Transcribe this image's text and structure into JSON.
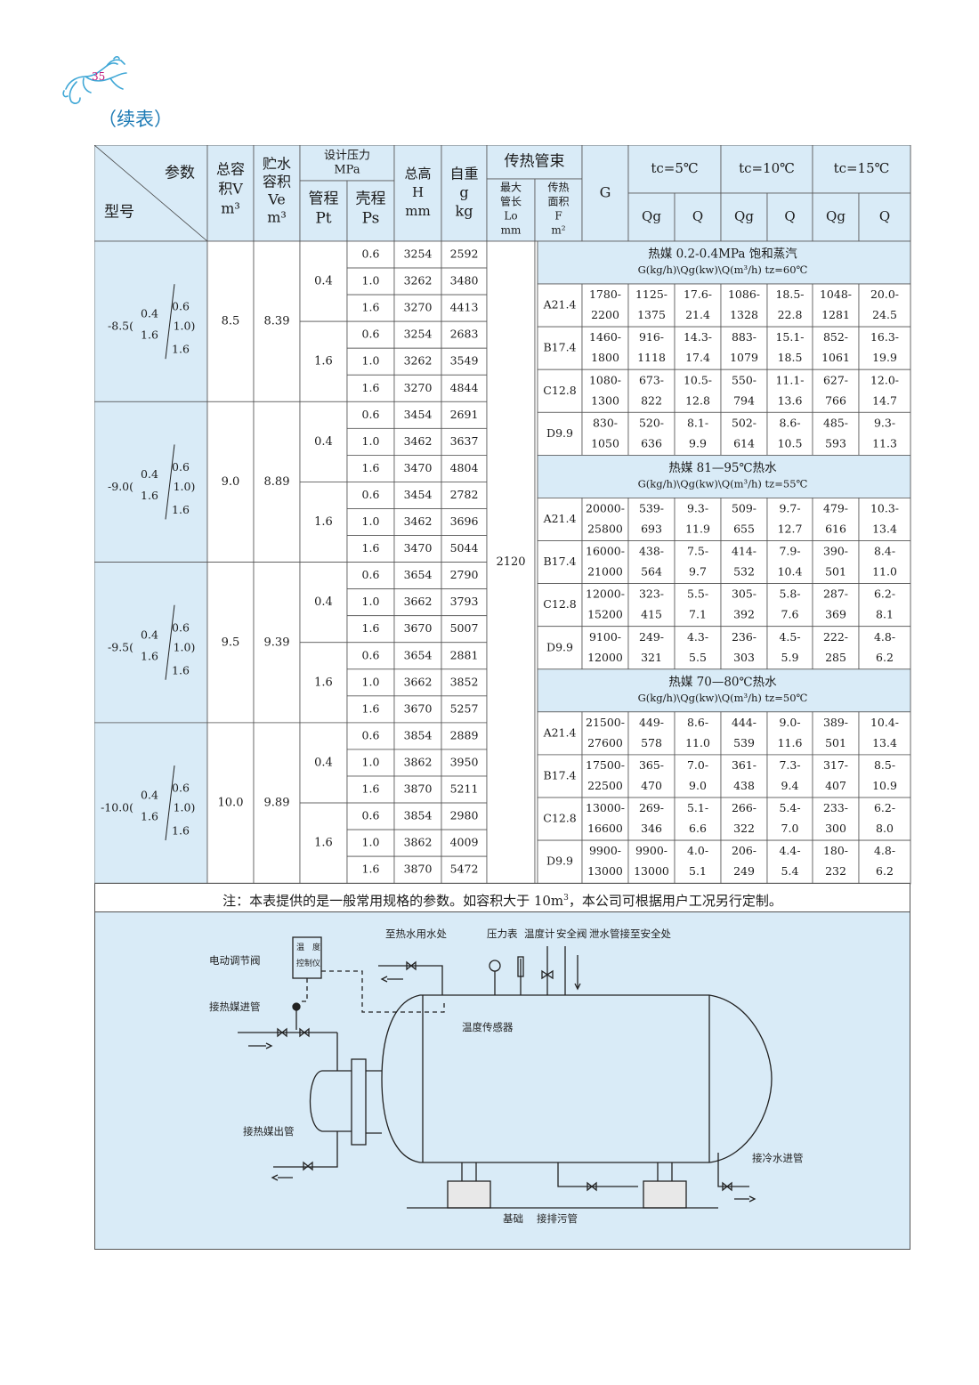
{
  "header": {
    "page_number": "35",
    "continued": "（续表）"
  },
  "table": {
    "head": {
      "param": "参数",
      "model": "型号",
      "total_vol": [
        "总容",
        "积V",
        "m³"
      ],
      "water_vol": [
        "贮水",
        "容积",
        "Ve",
        "m³"
      ],
      "design_pressure": [
        "设计压力",
        "MPa"
      ],
      "tube_side": [
        "管程",
        "Pt"
      ],
      "shell_side": [
        "壳程",
        "Ps"
      ],
      "height": [
        "总高",
        "H",
        "mm"
      ],
      "weight": [
        "自重",
        "g",
        "kg"
      ],
      "bundle": "传热管束",
      "max_len": [
        "最大",
        "管长",
        "Lo",
        "mm"
      ],
      "area": [
        "传热",
        "面积",
        "F",
        "m²"
      ],
      "g": "G",
      "tc": [
        "tc=5℃",
        "tc=10℃",
        "tc=15℃"
      ],
      "qg": "Qg",
      "q": "Q"
    },
    "models": [
      {
        "model": [
          "-8.5(",
          "0.4",
          "1.6",
          "0.6",
          "1.0)",
          "1.6"
        ],
        "v": "8.5",
        "ve": "8.39",
        "groups": [
          {
            "pt": "0.4",
            "rows": [
              [
                "0.6",
                "3254",
                "2592"
              ],
              [
                "1.0",
                "3262",
                "3480"
              ],
              [
                "1.6",
                "3270",
                "4413"
              ]
            ]
          },
          {
            "pt": "1.6",
            "rows": [
              [
                "0.6",
                "3254",
                "2683"
              ],
              [
                "1.0",
                "3262",
                "3549"
              ],
              [
                "1.6",
                "3270",
                "4844"
              ]
            ]
          }
        ]
      },
      {
        "model": [
          "-9.0(",
          "0.4",
          "1.6",
          "0.6",
          "1.0)",
          "1.6"
        ],
        "v": "9.0",
        "ve": "8.89",
        "groups": [
          {
            "pt": "0.4",
            "rows": [
              [
                "0.6",
                "3454",
                "2691"
              ],
              [
                "1.0",
                "3462",
                "3637"
              ],
              [
                "1.6",
                "3470",
                "4804"
              ]
            ]
          },
          {
            "pt": "1.6",
            "rows": [
              [
                "0.6",
                "3454",
                "2782"
              ],
              [
                "1.0",
                "3462",
                "3696"
              ],
              [
                "1.6",
                "3470",
                "5044"
              ]
            ]
          }
        ]
      },
      {
        "model": [
          "-9.5(",
          "0.4",
          "1.6",
          "0.6",
          "1.0)",
          "1.6"
        ],
        "v": "9.5",
        "ve": "9.39",
        "groups": [
          {
            "pt": "0.4",
            "rows": [
              [
                "0.6",
                "3654",
                "2790"
              ],
              [
                "1.0",
                "3662",
                "3793"
              ],
              [
                "1.6",
                "3670",
                "5007"
              ]
            ]
          },
          {
            "pt": "1.6",
            "rows": [
              [
                "0.6",
                "3654",
                "2881"
              ],
              [
                "1.0",
                "3662",
                "3852"
              ],
              [
                "1.6",
                "3670",
                "5257"
              ]
            ]
          }
        ]
      },
      {
        "model": [
          "-10.0(",
          "0.4",
          "1.6",
          "0.6",
          "1.0)",
          "1.6"
        ],
        "v": "10.0",
        "ve": "9.89",
        "groups": [
          {
            "pt": "0.4",
            "rows": [
              [
                "0.6",
                "3854",
                "2889"
              ],
              [
                "1.0",
                "3862",
                "3950"
              ],
              [
                "1.6",
                "3870",
                "5211"
              ]
            ]
          },
          {
            "pt": "1.6",
            "rows": [
              [
                "0.6",
                "3854",
                "2980"
              ],
              [
                "1.0",
                "3862",
                "4009"
              ],
              [
                "1.6",
                "3870",
                "5472"
              ]
            ]
          }
        ]
      }
    ],
    "lo": "2120",
    "media": [
      {
        "title": "热媒 0.2-0.4MPa 饱和蒸汽",
        "subtitle": "G(kg/h)\\Qg(kw)\\Q(m³/h)   tz=60℃",
        "rows": [
          {
            "f": "A21.4",
            "g": [
              "1780-",
              "2200"
            ],
            "v": [
              [
                "1125-",
                "1375"
              ],
              [
                "17.6-",
                "21.4"
              ],
              [
                "1086-",
                "1328"
              ],
              [
                "18.5-",
                "22.8"
              ],
              [
                "1048-",
                "1281"
              ],
              [
                "20.0-",
                "24.5"
              ]
            ]
          },
          {
            "f": "B17.4",
            "g": [
              "1460-",
              "1800"
            ],
            "v": [
              [
                "916-",
                "1118"
              ],
              [
                "14.3-",
                "17.4"
              ],
              [
                "883-",
                "1079"
              ],
              [
                "15.1-",
                "18.5"
              ],
              [
                "852-",
                "1061"
              ],
              [
                "16.3-",
                "19.9"
              ]
            ]
          },
          {
            "f": "C12.8",
            "g": [
              "1080-",
              "1300"
            ],
            "v": [
              [
                "673-",
                "822"
              ],
              [
                "10.5-",
                "12.8"
              ],
              [
                "550-",
                "794"
              ],
              [
                "11.1-",
                "13.6"
              ],
              [
                "627-",
                "766"
              ],
              [
                "12.0-",
                "14.7"
              ]
            ]
          },
          {
            "f": "D9.9",
            "g": [
              "830-",
              "1050"
            ],
            "v": [
              [
                "520-",
                "636"
              ],
              [
                "8.1-",
                "9.9"
              ],
              [
                "502-",
                "614"
              ],
              [
                "8.6-",
                "10.5"
              ],
              [
                "485-",
                "593"
              ],
              [
                "9.3-",
                "11.3"
              ]
            ]
          }
        ]
      },
      {
        "title": "热媒 81—95℃热水",
        "subtitle": "G(kg/h)\\Qg(kw)\\Q(m³/h)   tz=55℃",
        "rows": [
          {
            "f": "A21.4",
            "g": [
              "20000-",
              "25800"
            ],
            "v": [
              [
                "539-",
                "693"
              ],
              [
                "9.3-",
                "11.9"
              ],
              [
                "509-",
                "655"
              ],
              [
                "9.7-",
                "12.7"
              ],
              [
                "479-",
                "616"
              ],
              [
                "10.3-",
                "13.4"
              ]
            ]
          },
          {
            "f": "B17.4",
            "g": [
              "16000-",
              "21000"
            ],
            "v": [
              [
                "438-",
                "564"
              ],
              [
                "7.5-",
                "9.7"
              ],
              [
                "414-",
                "532"
              ],
              [
                "7.9-",
                "10.4"
              ],
              [
                "390-",
                "501"
              ],
              [
                "8.4-",
                "11.0"
              ]
            ]
          },
          {
            "f": "C12.8",
            "g": [
              "12000-",
              "15200"
            ],
            "v": [
              [
                "323-",
                "415"
              ],
              [
                "5.5-",
                "7.1"
              ],
              [
                "305-",
                "392"
              ],
              [
                "5.8-",
                "7.6"
              ],
              [
                "287-",
                "369"
              ],
              [
                "6.2-",
                "8.1"
              ]
            ]
          },
          {
            "f": "D9.9",
            "g": [
              "9100-",
              "12000"
            ],
            "v": [
              [
                "249-",
                "321"
              ],
              [
                "4.3-",
                "5.5"
              ],
              [
                "236-",
                "303"
              ],
              [
                "4.5-",
                "5.9"
              ],
              [
                "222-",
                "285"
              ],
              [
                "4.8-",
                "6.2"
              ]
            ]
          }
        ]
      },
      {
        "title": "热媒 70—80℃热水",
        "subtitle": "G(kg/h)\\Qg(kw)\\Q(m³/h)   tz=50℃",
        "rows": [
          {
            "f": "A21.4",
            "g": [
              "21500-",
              "27600"
            ],
            "v": [
              [
                "449-",
                "578"
              ],
              [
                "8.6-",
                "11.0"
              ],
              [
                "444-",
                "539"
              ],
              [
                "9.0-",
                "11.6"
              ],
              [
                "389-",
                "501"
              ],
              [
                "10.4-",
                "13.4"
              ]
            ]
          },
          {
            "f": "B17.4",
            "g": [
              "17500-",
              "22500"
            ],
            "v": [
              [
                "365-",
                "470"
              ],
              [
                "7.0-",
                "9.0"
              ],
              [
                "361-",
                "438"
              ],
              [
                "7.3-",
                "9.4"
              ],
              [
                "317-",
                "407"
              ],
              [
                "8.5-",
                "10.9"
              ]
            ]
          },
          {
            "f": "C12.8",
            "g": [
              "13000-",
              "16600"
            ],
            "v": [
              [
                "269-",
                "346"
              ],
              [
                "5.1-",
                "6.6"
              ],
              [
                "266-",
                "322"
              ],
              [
                "5.4-",
                "7.0"
              ],
              [
                "233-",
                "300"
              ],
              [
                "6.2-",
                "8.0"
              ]
            ]
          },
          {
            "f": "D9.9",
            "g": [
              "9900-",
              "13000"
            ],
            "v": [
              [
                "9900-",
                "13000"
              ],
              [
                "4.0-",
                "5.1"
              ],
              [
                "206-",
                "249"
              ],
              [
                "4.4-",
                "5.4"
              ],
              [
                "180-",
                "232"
              ],
              [
                "4.8-",
                "6.2"
              ]
            ]
          }
        ]
      }
    ]
  },
  "note": {
    "prefix": "注：本表提供的是一般常用规格的参数。如容积大于 10m",
    "sup": "3",
    "suffix": "，本公司可根据用户工况另行定制。"
  },
  "diagram": {
    "labels": {
      "hot_water_out": "至热水用水处",
      "pressure_gauge": "压力表",
      "thermometer": "温度计",
      "safety_valve": "安全阀",
      "drain_safe": "泄水管接至安全处",
      "temp_controller_1": "温　度",
      "temp_controller_2": "控制仪",
      "electric_valve": "电动调节阀",
      "heat_in": "接热媒进管",
      "temp_sensor": "温度传感器",
      "heat_out": "接热媒出管",
      "cold_in": "接冷水进管",
      "foundation": "基础",
      "sewage": "接排污管"
    }
  },
  "colors": {
    "accent": "#1e7bb5",
    "cell_blue": "#d9ebf7",
    "page_num": "#c2187a"
  }
}
